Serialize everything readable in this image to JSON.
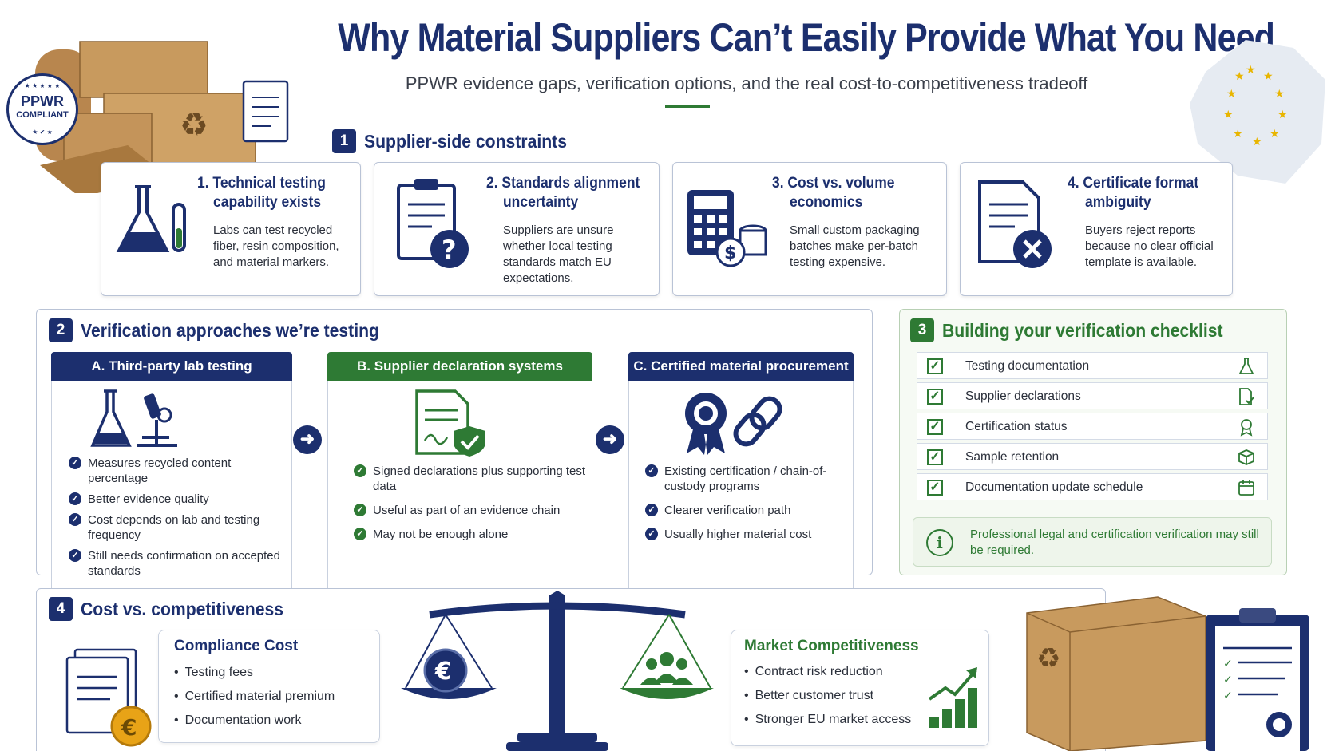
{
  "header": {
    "title": "Why Material Suppliers Can’t Easily Provide What You Need",
    "subtitle": "PPWR evidence gaps, verification options, and the real cost-to-competitiveness tradeoff"
  },
  "badge": {
    "line1": "PPWR",
    "line2": "COMPLIANT"
  },
  "section1": {
    "number": "1",
    "title": "Supplier-side constraints",
    "cards": [
      {
        "title_line1": "1. Technical testing",
        "title_line2": "capability exists",
        "text": "Labs can test recycled fiber, resin composition, and material markers."
      },
      {
        "title_line1": "2. Standards alignment",
        "title_line2": "uncertainty",
        "text": "Suppliers are unsure whether local testing standards match EU expectations."
      },
      {
        "title_line1": "3. Cost vs. volume",
        "title_line2": "economics",
        "text": "Small custom packaging batches make per-batch testing expensive."
      },
      {
        "title_line1": "4. Certificate format",
        "title_line2": "ambiguity",
        "text": "Buyers reject reports because no clear official template is available."
      }
    ]
  },
  "section2": {
    "number": "2",
    "title": "Verification approaches we’re testing",
    "columns": [
      {
        "header": "A. Third-party lab testing",
        "bullets": [
          "Measures recycled content percentage",
          "Better evidence quality",
          "Cost depends on lab and testing frequency",
          "Still needs confirmation on accepted standards"
        ]
      },
      {
        "header": "B. Supplier declaration systems",
        "bullets": [
          "Signed declarations plus supporting test data",
          "Useful as part of an evidence chain",
          "May not be enough alone"
        ]
      },
      {
        "header": "C. Certified material procurement",
        "bullets": [
          "Existing certification / chain-of-custody programs",
          "Clearer verification path",
          "Usually higher material cost"
        ]
      }
    ]
  },
  "section3": {
    "number": "3",
    "title": "Building your verification checklist",
    "items": [
      {
        "label": "Testing documentation",
        "icon": "flask-icon"
      },
      {
        "label": "Supplier declarations",
        "icon": "document-check-icon"
      },
      {
        "label": "Certification status",
        "icon": "ribbon-icon"
      },
      {
        "label": "Sample retention",
        "icon": "box-icon"
      },
      {
        "label": "Documentation update schedule",
        "icon": "calendar-icon"
      }
    ],
    "note": "Professional legal and certification verification may still be required."
  },
  "section4": {
    "number": "4",
    "title": "Cost vs. competitiveness",
    "compliance": {
      "title": "Compliance Cost",
      "items": [
        "Testing fees",
        "Certified material premium",
        "Documentation work"
      ]
    },
    "market": {
      "title": "Market Competitiveness",
      "items": [
        "Contract risk reduction",
        "Better customer trust",
        "Stronger EU market access"
      ]
    }
  },
  "colors": {
    "navy": "#1c2f6e",
    "green": "#2e7a34",
    "light_green_bg": "#f3f8f1",
    "card_border": "#b9c3d6"
  }
}
